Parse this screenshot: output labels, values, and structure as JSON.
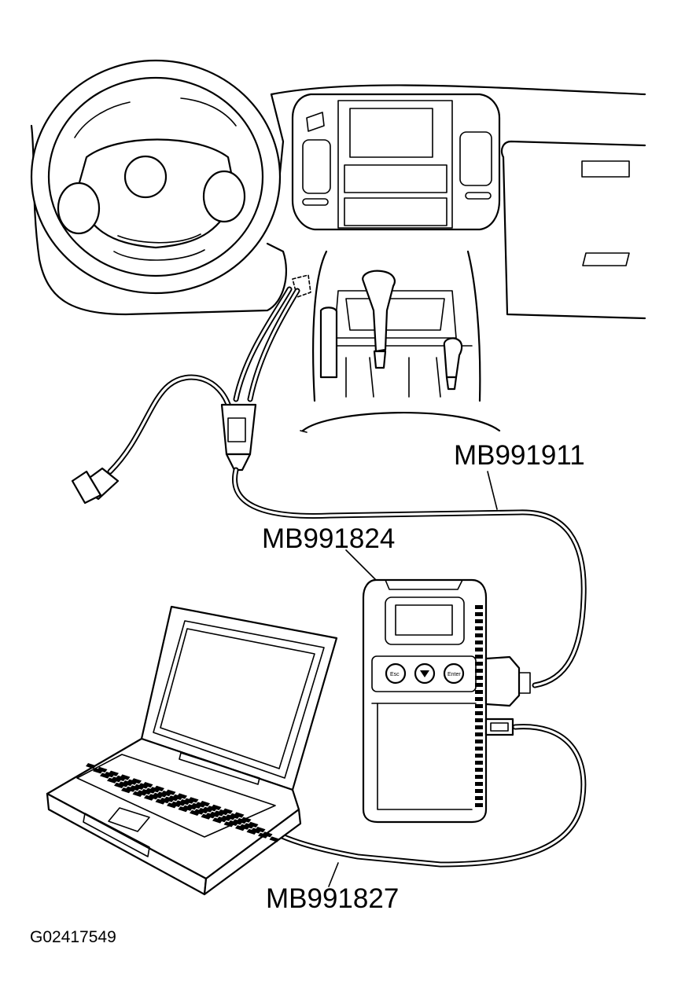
{
  "labels": {
    "vci_cable": "MB991911",
    "vci_unit": "MB991824",
    "usb_cable": "MB991827",
    "figure_id": "G02417549"
  },
  "vci_buttons": {
    "esc": "Esc",
    "enter": "Enter"
  }
}
